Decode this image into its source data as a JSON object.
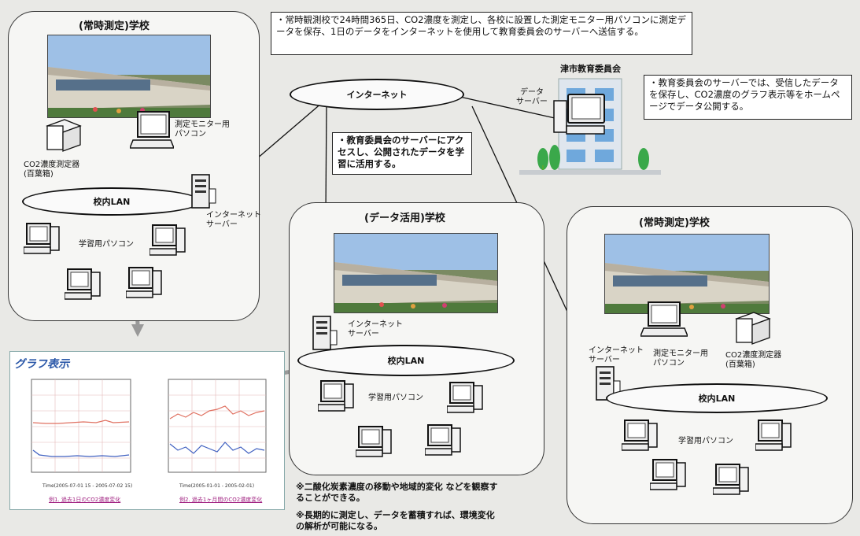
{
  "note_top": "・常時観測校で24時間365日、CO2濃度を測定し、各校に設置した測定モニター用パソコンに測定データを保存、1日のデータをインターネットを使用して教育委員会のサーバーへ送信する。",
  "note_board": "・教育委員会のサーバーでは、受信したデータを保存し、CO2濃度のグラフ表示等をホームページでデータ公開する。",
  "note_access": "・教育委員会のサーバーにアクセスし、公開されたデータを学習に活用する。",
  "internet": {
    "label": "インターネット"
  },
  "board": {
    "name": "津市教育委員会",
    "server_label": "データ\nサーバー"
  },
  "school1": {
    "title": "(常時測定)学校",
    "monitor_pc": "測定モニター用\nパソコン",
    "co2_meter": "CO2濃度測定器\n(百葉箱)",
    "lan": "校内LAN",
    "inet_server": "インターネット\nサーバー",
    "learning_pc": "学習用パソコン"
  },
  "school2": {
    "title": "(データ活用)学校",
    "inet_server": "インターネット\nサーバー",
    "lan": "校内LAN",
    "learning_pc": "学習用パソコン"
  },
  "school3": {
    "title": "(常時測定)学校",
    "inet_server": "インターネット\nサーバー",
    "monitor_pc": "測定モニター用\nパソコン",
    "co2_meter": "CO2濃度測定器\n(百葉箱)",
    "lan": "校内LAN",
    "learning_pc": "学習用パソコン"
  },
  "graph": {
    "title": "グラフ表示",
    "caption1": "例1. 過去1日のCO2濃度変化",
    "caption2": "例2. 過去1ヶ月間のCO2濃度変化",
    "axis1": "Time(2005-07-01 15 - 2005-07-02 15)",
    "axis2": "Time(2005-01-01 - 2005-02-01)"
  },
  "remark1": "※二酸化炭素濃度の移動や地域的変化 などを観察することができる。",
  "remark2": "※長期的に測定し、データを蓄積すれば、環境変化の解析が可能になる。",
  "colors": {
    "line_red": "#e07060",
    "line_blue": "#4060c0",
    "graph_title": "#2a57a8"
  }
}
